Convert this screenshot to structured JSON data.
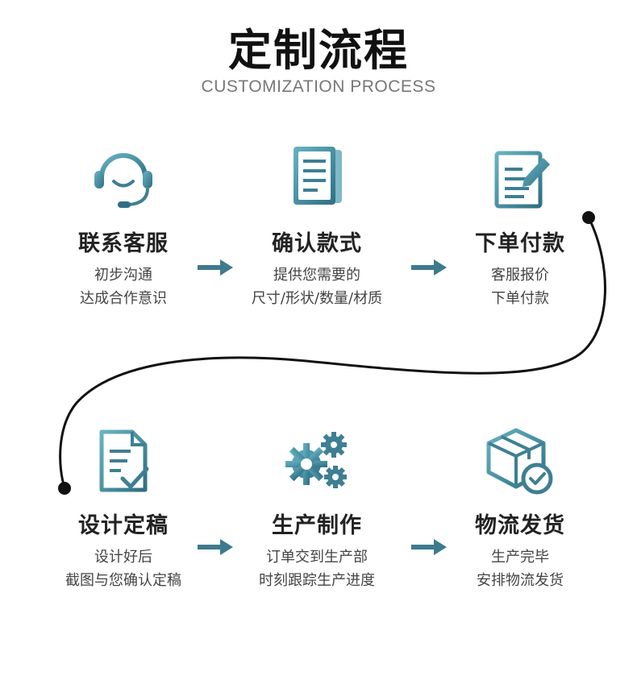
{
  "title": "定制流程",
  "subtitle": "CUSTOMIZATION PROCESS",
  "colors": {
    "accent": "#3e7f93",
    "accent_light": "#66b3c4",
    "arrow": "#3d7a8d",
    "curve": "#111111"
  },
  "steps": [
    {
      "icon": "headset-icon",
      "name": "联系客服",
      "desc1": "初步沟通",
      "desc2": "达成合作意识"
    },
    {
      "icon": "document-icon",
      "name": "确认款式",
      "desc1": "提供您需要的",
      "desc2": "尺寸/形状/数量/材质"
    },
    {
      "icon": "order-edit-icon",
      "name": "下单付款",
      "desc1": "客服报价",
      "desc2": "下单付款"
    },
    {
      "icon": "file-check-icon",
      "name": "设计定稿",
      "desc1": "设计好后",
      "desc2": "截图与您确认定稿"
    },
    {
      "icon": "gears-icon",
      "name": "生产制作",
      "desc1": "订单交到生产部",
      "desc2": "时刻跟踪生产进度"
    },
    {
      "icon": "box-check-icon",
      "name": "物流发货",
      "desc1": "生产完毕",
      "desc2": "安排物流发货"
    }
  ]
}
